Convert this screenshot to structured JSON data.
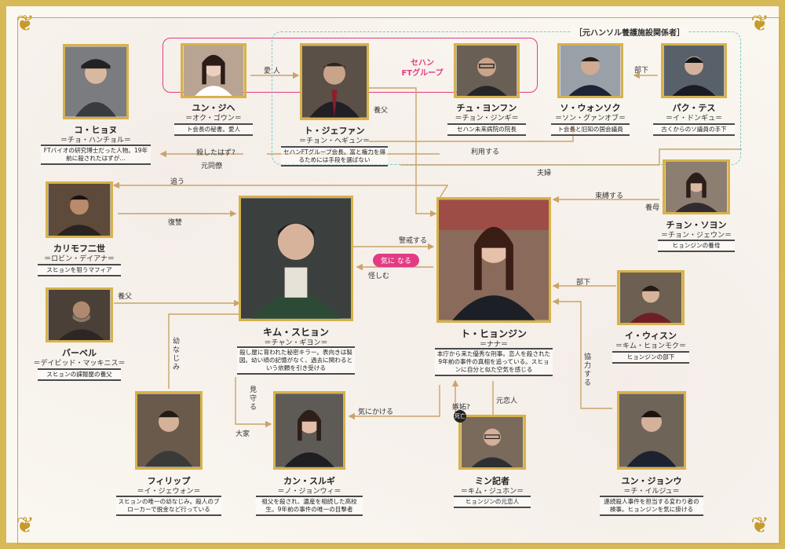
{
  "group_title": "［元ハンソル養護施設関係者］",
  "group_sehan": "セハン\nFTグループ",
  "characters": {
    "ko_hyona": {
      "name": "コ・ヒョヌ",
      "actor": "＝チョ・ハンチョル＝",
      "desc": "FTバイオの研究博士だった人物。19年前に殺されたはずが…"
    },
    "yun_jihye": {
      "name": "ユン・ジヘ",
      "actor": "＝オク・ゴウン＝",
      "desc": "ト会長の秘書。愛人"
    },
    "to_jefan": {
      "name": "ト・ジェファン",
      "actor": "＝チョン・ヘギュン＝",
      "desc": "セハンFTグループ会長。富と権力を得るためには手段を選ばない"
    },
    "chu_yonfun": {
      "name": "チュ・ヨンフン",
      "actor": "＝チョン・ジンギ＝",
      "desc": "セハン未来病院の院長"
    },
    "so_wonsoku": {
      "name": "ソ・ウォンソク",
      "actor": "＝ソン・グァンオブ＝",
      "desc": "ト会長と旧知の国会議員"
    },
    "paku_tesu": {
      "name": "パク・テス",
      "actor": "＝イ・ドンギュ＝",
      "desc": "古くからのソ議員の手下"
    },
    "karimofu": {
      "name": "カリモフ二世",
      "actor": "＝ロビン・デイアナ＝",
      "desc": "スヒョンを狙うマフィア"
    },
    "babel": {
      "name": "バーベル",
      "actor": "＝デイビッド・マッキニス＝",
      "desc": "スヒョンの諜報屋の養父"
    },
    "kim_suhyon": {
      "name": "キム・スヒョン",
      "actor": "＝チャン・ギヨン＝",
      "desc": "殺し屋に育われた秘密キラー。表向きは製図。幼い頃の記憶がなく、過去に関わるという依頼を引き受ける"
    },
    "to_hyonjin": {
      "name": "ト・ヒョンジン",
      "actor": "＝ナナ＝",
      "desc": "本庁から来た優秀な刑事。恋人を殺された9年前の事件の真相を追っている。スヒョンに自分と似た空気を感じる"
    },
    "chon_soyon": {
      "name": "チョン・ソヨン",
      "actor": "＝チョン・ジェウン＝",
      "desc": "ヒョンジンの養母"
    },
    "i_wisun": {
      "name": "イ・ウィスン",
      "actor": "＝キム・ヒョンモク＝",
      "desc": "ヒョンジンの部下"
    },
    "firippu": {
      "name": "フィリップ",
      "actor": "＝イ・ジェウォン＝",
      "desc": "スヒョンの唯一の幼なじみ。殺人のブローカーで脱金など行っている"
    },
    "kan_suruki": {
      "name": "カン・スルギ",
      "actor": "＝ノ・ジョンウィ＝",
      "desc": "祖父を殺され、遺産を相続した高校生。9年前の事件の唯一の目撃者"
    },
    "min_kisha": {
      "name": "ミン記者",
      "actor": "＝キム・ジュホン＝",
      "desc": "ヒョンジンの元恋人"
    },
    "yun_jonwu": {
      "name": "ユン・ジョンウ",
      "actor": "＝チ・イルジュ＝",
      "desc": "連続殺人事件を担当する変わり者の検事。ヒョンジンを気に掛ける"
    }
  },
  "relations": {
    "aijin": "愛 人",
    "yofu1": "養父",
    "buka1": "部下",
    "korosareta": "殺したはず?",
    "motodoryo": "元同僚",
    "riyou": "利用する",
    "fufu": "夫婦",
    "ou": "追う",
    "sokubaku": "束縛する",
    "yobo": "養母",
    "fukushu": "復讐",
    "keikai": "警戒する",
    "kininaru": "気に なる",
    "ayashimu": "怪しむ",
    "yofu2": "養父",
    "buka2": "部下",
    "osananajimi": "幼なじみ",
    "kyoryoku": "協力する",
    "mimamoru": "見守る",
    "oya": "大家",
    "kinikakeru": "気にかける",
    "shitto": "嫉妬?",
    "motokoibito": "元恋人",
    "death_mark": "死亡"
  },
  "colors": {
    "accent": "#e23b83",
    "gold": "#d7b24a",
    "line": "#c9a46a",
    "group_dash": "#7cc7c7"
  }
}
